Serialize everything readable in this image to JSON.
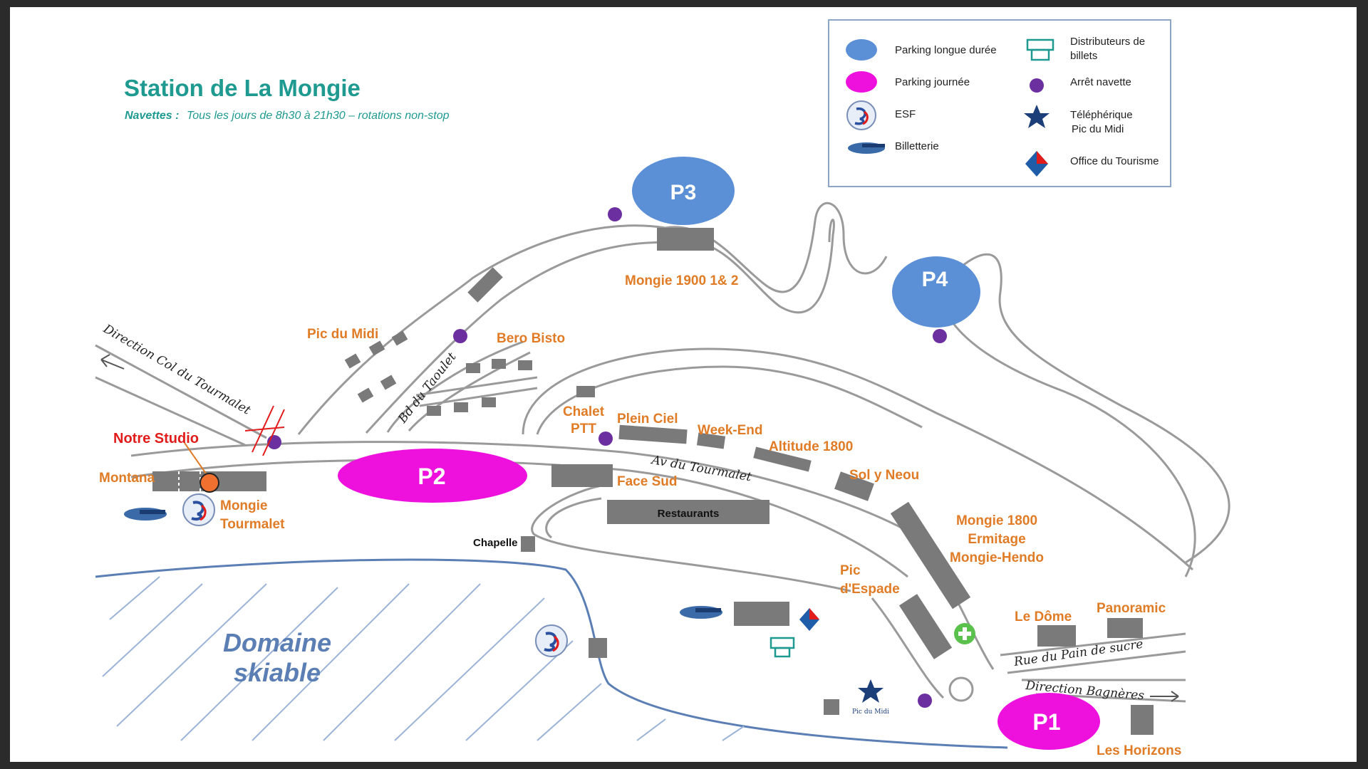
{
  "header": {
    "title": "Station de La Mongie",
    "subtitle_prefix": "Navettes :",
    "subtitle_text": "Tous les jours de 8h30 à 21h30 – rotations non-stop"
  },
  "legend": {
    "parking_longue": "Parking longue durée",
    "parking_journee": "Parking journée",
    "esf": "ESF",
    "billetterie": "Billetterie",
    "distributeurs_1": "Distributeurs de",
    "distributeurs_2": "billets",
    "arret": "Arrêt navette",
    "telepherique_1": "Téléphérique",
    "telepherique_2": "Pic du Midi",
    "office": "Office du Tourisme"
  },
  "parkings": {
    "p1": "P1",
    "p2": "P2",
    "p3": "P3",
    "p4": "P4"
  },
  "places": {
    "notre_studio": "Notre Studio",
    "montana": "Montana",
    "mongie_tourmalet_1": "Mongie",
    "mongie_tourmalet_2": "Tourmalet",
    "pic_du_midi": "Pic du Midi",
    "bero_bisto": "Bero Bisto",
    "mongie_1900": "Mongie 1900 1& 2",
    "chalet_ptt_1": "Chalet",
    "chalet_ptt_2": "PTT",
    "plein_ciel": "Plein Ciel",
    "week_end": "Week-End",
    "altitude": "Altitude 1800",
    "sol_y_neou": "Sol y Neou",
    "face_sud": "Face Sud",
    "restaurants": "Restaurants",
    "chapelle": "Chapelle",
    "mongie_1800_1": "Mongie 1800",
    "mongie_1800_2": "Ermitage",
    "mongie_1800_3": "Mongie-Hendo",
    "pic_espade_1": "Pic",
    "pic_espade_2": "d'Espade",
    "le_dome": "Le Dôme",
    "panoramic": "Panoramic",
    "les_horizons": "Les Horizons",
    "domaine_1": "Domaine",
    "domaine_2": "skiable"
  },
  "roads": {
    "col_tourmalet": "Direction Col du Tourmalet",
    "bd_taoulet": "Bd du Taoulet",
    "av_tourmalet": "Av du Tourmalet",
    "pain_de_sucre": "Rue du Pain de sucre",
    "bagneres": "Direction Bagnères"
  },
  "icons": {
    "esf_logo": "esf-logo-icon",
    "billetterie_logo": "grand-tourmalet-logo-icon",
    "atm": "atm-icon",
    "shuttle_stop": "shuttle-stop-icon",
    "cable_car": "star-icon",
    "tourist_office": "tourist-office-icon",
    "pharmacy": "green-cross-icon"
  },
  "colors": {
    "title": "#1e9a90",
    "label": "#e07b26",
    "studio": "#e21b1b",
    "parking_long": "#5b8fd6",
    "parking_day": "#ee11dd",
    "shuttle": "#6b2fa0",
    "studio_marker": "#f07030",
    "ski_area": "#5b7fb4"
  }
}
